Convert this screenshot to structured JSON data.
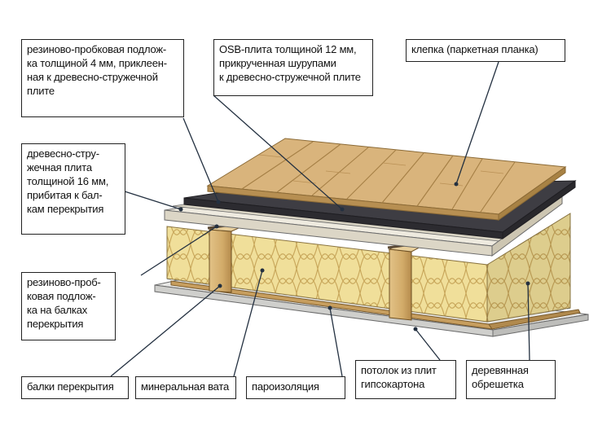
{
  "labels": {
    "cork_underlay_top": "резиново-пробковая подлож-\nка толщиной 4 мм, приклеен-\nная к древесно-стружечной\nплите",
    "osb_board": "OSB-плита толщиной 12 мм,\nприкрученная шурупами\nк древесно-стружечной плите",
    "parquet_strip": "клепка (паркетная планка)",
    "particle_board": "древесно-стру-\nжечная плита\nтолщиной 16 мм,\nприбитая к бал-\nкам перекрытия",
    "cork_underlay_beams": "резиново-проб-\nковая подлож-\nка на балках\nперекрытия",
    "floor_beams": "балки перекрытия",
    "mineral_wool": "минеральная вата",
    "vapor_barrier": "пароизоляция",
    "drywall_ceiling": "потолок из плит\nгипсокартона",
    "wood_battens": "деревянная\nобрешетка"
  },
  "colors": {
    "parquet": "#d9b47c",
    "parquet_seam": "#a57f45",
    "osb": "#3e3d43",
    "particle_board": "#eeeadf",
    "mineral_wool": "#f0df9a",
    "wool_pattern": "#c9a85c",
    "beam": "#d2ab69",
    "drywall": "#e8e8e6",
    "leader": "#233040"
  }
}
